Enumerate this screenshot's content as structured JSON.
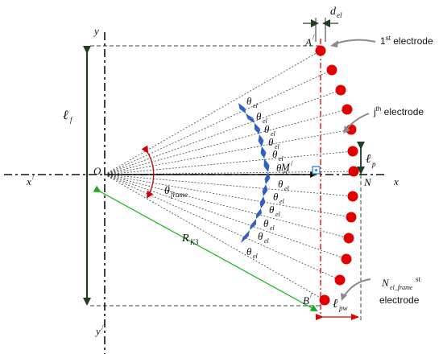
{
  "diagram": {
    "axis_labels": {
      "x": "x",
      "x_prime": "x",
      "y": "y",
      "y_prime": "y",
      "prime": "/"
    },
    "points": {
      "O": "O",
      "M": "M",
      "N": "N",
      "A": "A",
      "B": "B",
      "prime": "/"
    },
    "dimensions": {
      "d_el": {
        "main": "d",
        "sub": "el"
      },
      "l_f": {
        "main": "ℓ",
        "sub": "f"
      },
      "l_p": {
        "main": "ℓ",
        "sub": "p"
      },
      "l_pw": {
        "main": "ℓ",
        "sub": "pw"
      },
      "R_K3": {
        "main": "R",
        "sub": "K3"
      },
      "theta_frame": {
        "main": "θ",
        "sub": "frame"
      }
    },
    "theta_el": {
      "main": "θ",
      "sub": "el",
      "count": 12
    },
    "callouts": {
      "first": {
        "num": "1",
        "sup": "st",
        "text": " electrode"
      },
      "jth": {
        "num": "j",
        "sup": "th",
        "text": " electrode"
      },
      "last": {
        "main": "N",
        "sub": "el_frame",
        "sup": "st",
        "text": "electrode"
      }
    },
    "electrode_count": 13,
    "colors": {
      "electrode": "#e00000",
      "ray": "#444444",
      "axis": "#111111",
      "frame_dash": "#2f4f1f",
      "centerline": "#e00000",
      "angle_marks": "#2e5fc0",
      "rk3": "#33cc33",
      "dimension": "#1f3d1f",
      "lpw": "#e00000",
      "angle_arc": "#cc0000",
      "marker_M": "#1e88e5"
    }
  }
}
